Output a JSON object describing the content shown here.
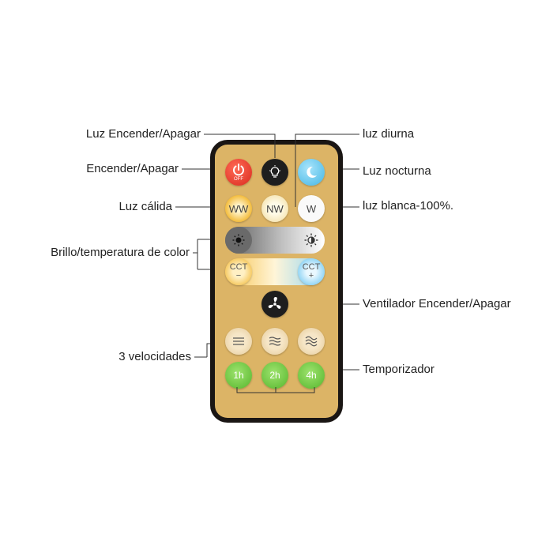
{
  "labels": {
    "luz_encender_apagar": "Luz Encender/Apagar",
    "encender_apagar": "Encender/Apagar",
    "luz_calida": "Luz cálida",
    "brillo_temperatura": "Brillo/temperatura de color",
    "tres_velocidades": "3 velocidades",
    "luz_diurna": "luz diurna",
    "luz_nocturna": "Luz nocturna",
    "luz_blanca": "luz blanca-100%.",
    "ventilador": "Ventilador Encender/Apagar",
    "temporizador": "Temporizador"
  },
  "buttons": {
    "power_off_text": "OFF",
    "ww": "WW",
    "nw": "NW",
    "w": "W",
    "cct_minus_top": "CCT",
    "cct_minus_bottom": "−",
    "cct_plus_top": "CCT",
    "cct_plus_bottom": "+",
    "timer_1h": "1h",
    "timer_2h": "2h",
    "timer_4h": "4h"
  },
  "colors": {
    "remote_body": "#1a1614",
    "remote_face": "#dcb466",
    "power_red": "#e63a2c",
    "light_black": "#1e1e1e",
    "night_blue": "#5ec3ea",
    "ww_yellow": "#f2b730",
    "timer_green": "#62c23a"
  },
  "icons": {
    "power": "power-icon",
    "light": "lightbulb-icon",
    "night": "moon-icon",
    "brightness_down": "brightness-low-icon",
    "brightness_up": "brightness-high-icon",
    "fan": "fan-icon",
    "speed": "wind-wave-icon"
  }
}
